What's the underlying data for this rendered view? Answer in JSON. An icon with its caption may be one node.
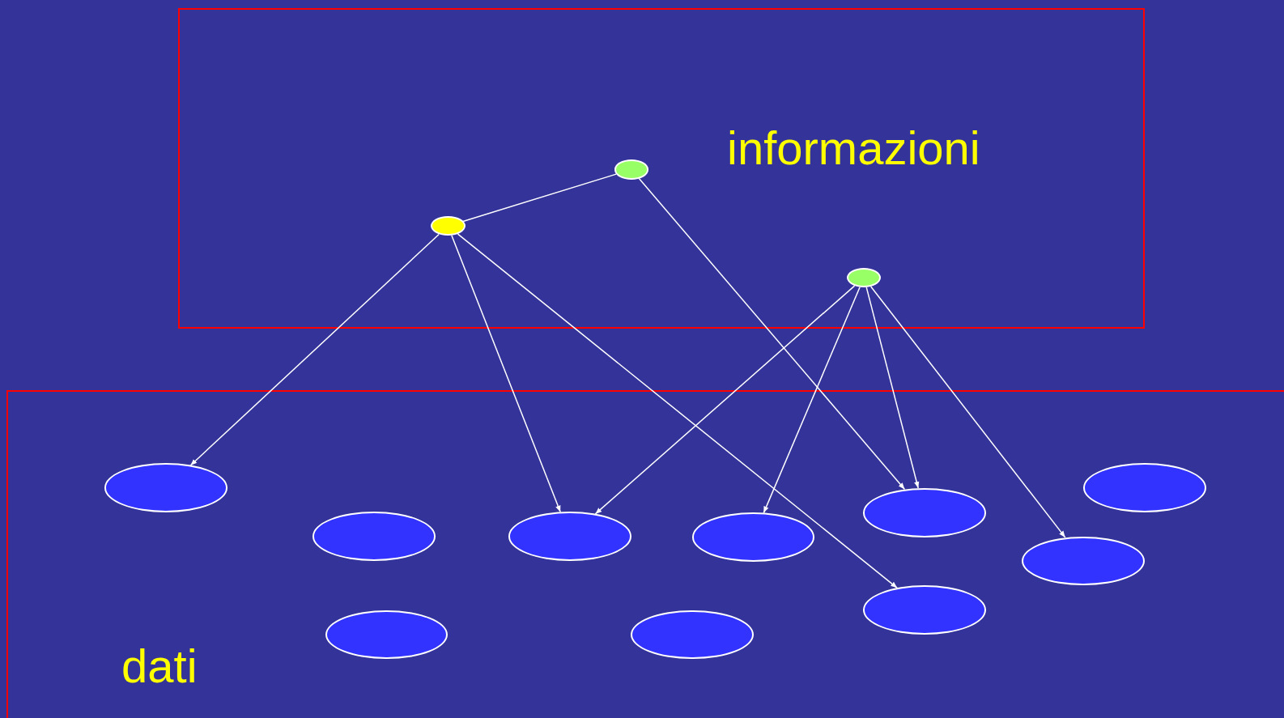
{
  "diagram": {
    "nodes": [
      {
        "text": [
          "informazioni"
        ]
      },
      {
        "text": [],
        "shape": "ellipse",
        "in": 0
      },
      {
        "text": [],
        "shape": "ellipse",
        "in": 0
      },
      {
        "text": [],
        "shape": "ellipse",
        "in": 0
      },
      {
        "text": [
          "dati"
        ]
      },
      {
        "text": [],
        "shape": "ellipse",
        "in": 4
      },
      {
        "text": [],
        "shape": "ellipse",
        "in": 4
      },
      {
        "text": [],
        "shape": "ellipse",
        "in": 4
      },
      {
        "text": [],
        "shape": "ellipse",
        "in": 4
      },
      {
        "text": [],
        "shape": "ellipse",
        "in": 4
      },
      {
        "text": [],
        "shape": "ellipse",
        "in": 4
      },
      {
        "text": [],
        "shape": "ellipse",
        "in": 4
      },
      {
        "text": [],
        "shape": "ellipse",
        "in": 4
      },
      {
        "text": [],
        "shape": "ellipse",
        "in": 4
      },
      {
        "text": [],
        "shape": "ellipse",
        "in": 4
      }
    ],
    "edges": [
      {
        "from": 2,
        "to": 1,
        "arrow": "none"
      },
      {
        "from": 2,
        "to": 5,
        "arrow": "to"
      },
      {
        "from": 2,
        "to": 9,
        "arrow": "to"
      },
      {
        "from": 2,
        "to": 12,
        "arrow": "to"
      },
      {
        "from": 1,
        "to": 7,
        "arrow": "to"
      },
      {
        "from": 3,
        "to": 9,
        "arrow": "to"
      },
      {
        "from": 3,
        "to": 10,
        "arrow": "to"
      },
      {
        "from": 3,
        "to": 7,
        "arrow": "to"
      },
      {
        "from": 3,
        "to": 11,
        "arrow": "to"
      }
    ]
  }
}
